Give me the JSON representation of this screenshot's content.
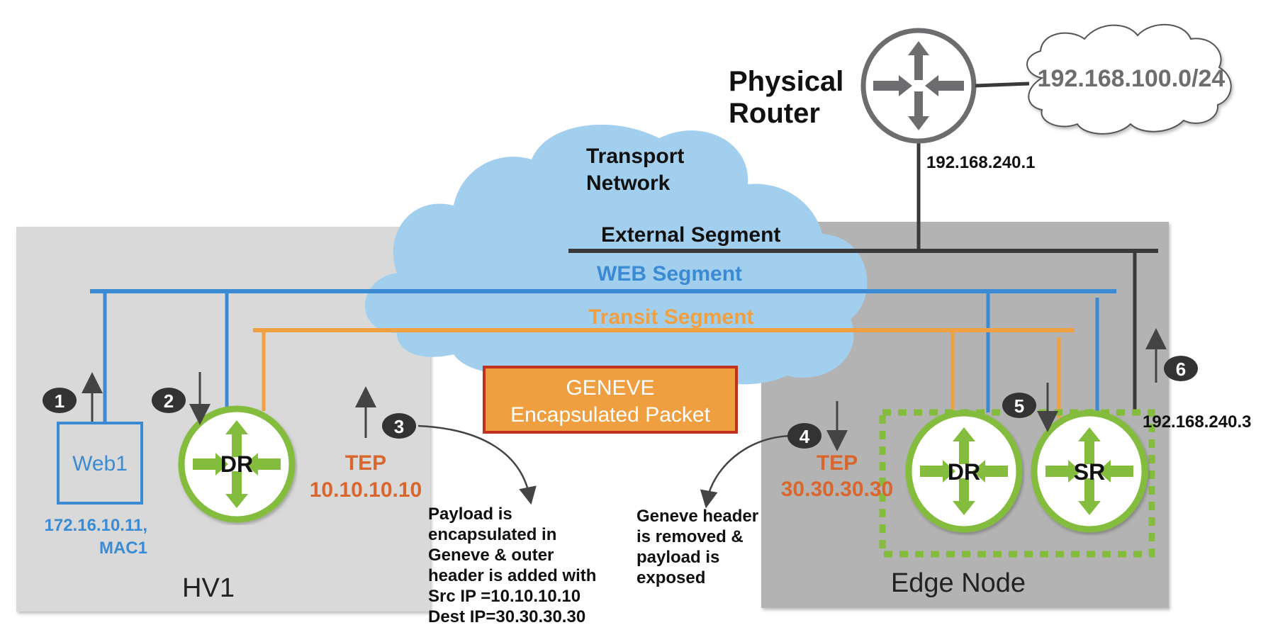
{
  "physical_router": {
    "label_line1": "Physical",
    "label_line2": "Router",
    "uplink_ip": "192.168.240.1",
    "icon": "router-icon"
  },
  "external_network": {
    "label": "192.168.100.0/24",
    "icon": "cloud-icon"
  },
  "transport_network": {
    "label_line1": "Transport",
    "label_line2": "Network",
    "icon": "cloud-icon"
  },
  "segments": {
    "external": {
      "label": "External Segment",
      "color": "#3a3a3a"
    },
    "web": {
      "label": "WEB Segment",
      "color": "#3b8bd4"
    },
    "transit": {
      "label": "Transit Segment",
      "color": "#f0a040"
    }
  },
  "hv1": {
    "label": "HV1",
    "web1": {
      "label": "Web1",
      "ip": "172.16.10.11,",
      "mac": "MAC1"
    },
    "dr_label": "DR",
    "tep_label": "TEP",
    "tep_ip": "10.10.10.10"
  },
  "edge_node": {
    "label": "Edge Node",
    "dr_label": "DR",
    "sr_label": "SR",
    "tep_label": "TEP",
    "tep_ip": "30.30.30.30",
    "uplink_ip": "192.168.240.3"
  },
  "geneve_packet": {
    "line1": "GENEVE",
    "line2": "Encapsulated Packet",
    "fill": "#ef9f3f",
    "border": "#c0311f"
  },
  "steps": [
    "1",
    "2",
    "3",
    "4",
    "5",
    "6"
  ],
  "notes": {
    "encap": [
      "Payload is",
      "encapsulated in",
      "Geneve & outer",
      "header is added with",
      "Src IP =10.10.10.10",
      "Dest IP=30.30.30.30"
    ],
    "decap": [
      "Geneve header",
      "is removed &",
      "payload is",
      "exposed"
    ]
  },
  "colors": {
    "hv_box": "#d9d9d9",
    "edge_box": "#b3b3b3",
    "cloud": "#a3cfee",
    "router_green": "#84bc3d",
    "tep_text": "#d9662c",
    "web_text": "#3b8bd4",
    "badge": "#333333"
  }
}
